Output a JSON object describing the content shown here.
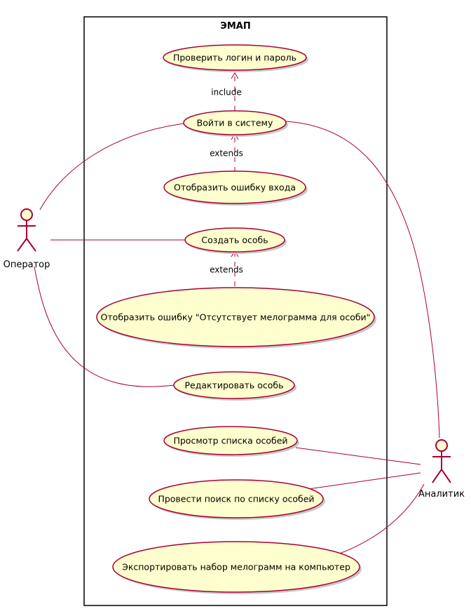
{
  "system": {
    "title": "ЭМАП"
  },
  "actors": {
    "operator": "Оператор",
    "analyst": "Аналитик"
  },
  "use_cases": {
    "check_login": "Проверить логин и пароль",
    "login": "Войти в систему",
    "login_error": "Отобразить ошибку входа",
    "create": "Создать особь",
    "create_error": "Отобразить ошибку \"Отсутствует мелограмма для особи\"",
    "edit": "Редактировать особь",
    "view_list": "Просмотр списка особей",
    "search": "Провести поиск по списку особей",
    "export": "Экспортировать набор мелограмм на компьютер"
  },
  "relations": {
    "include": "include",
    "extends_login": "extends",
    "extends_create": "extends"
  },
  "colors": {
    "use_case_fill": "#FEFECE",
    "line": "#A80036"
  }
}
